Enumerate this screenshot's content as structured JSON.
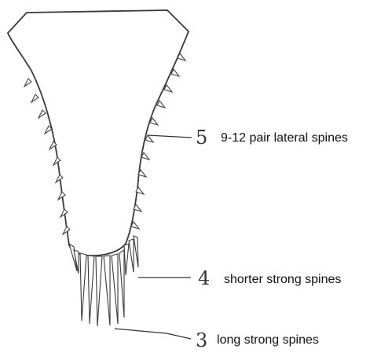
{
  "annotations": [
    {
      "number": "5",
      "label": "9-12 pair lateral spines"
    },
    {
      "number": "4",
      "label": "shorter strong spines"
    },
    {
      "number": "3",
      "label": "long strong spines"
    }
  ]
}
